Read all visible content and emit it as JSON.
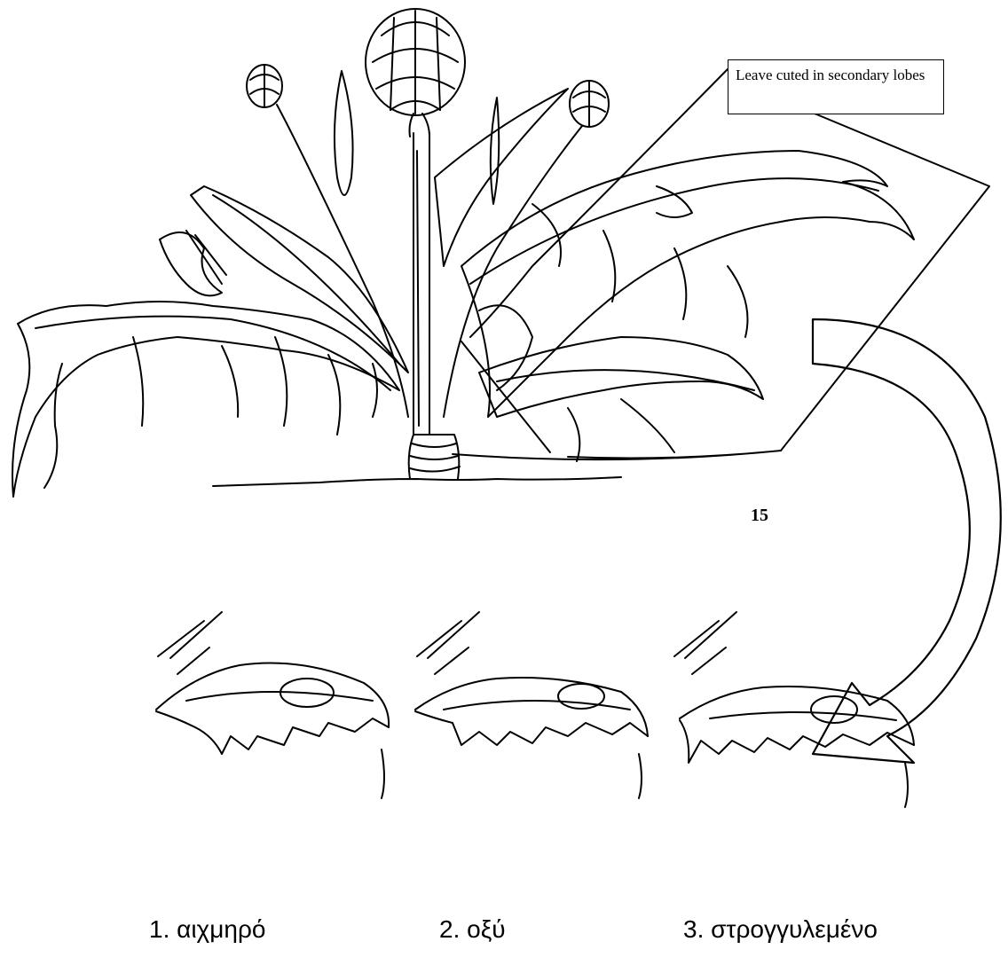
{
  "callout": {
    "text": "Leave cuted in secondary lobes"
  },
  "figure_number": "15",
  "leaf_tips": [
    {
      "label": "1. αιχμηρό"
    },
    {
      "label": "2. οξύ"
    },
    {
      "label": "3. στρογγυλεμένο"
    }
  ]
}
